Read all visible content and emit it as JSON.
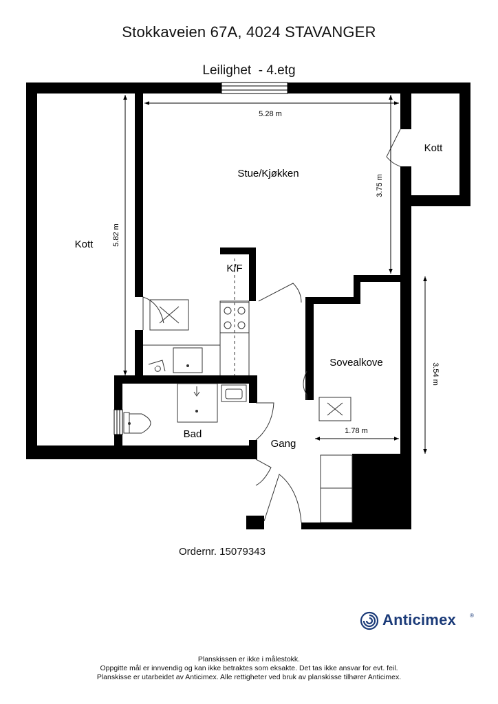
{
  "header": {
    "address": "Stokkaveien 67A, 4024 STAVANGER",
    "floor": "Leilighet  - 4.etg"
  },
  "rooms": {
    "stue_kjokken": "Stue/Kjøkken",
    "kott_left": "Kott",
    "kott_right": "Kott",
    "kf": "K/F",
    "sovealkove": "Sovealkove",
    "bad": "Bad",
    "gang": "Gang"
  },
  "dimensions": {
    "stue_width": "5.28 m",
    "stue_depth": "3.75 m",
    "kott_depth": "5.82 m",
    "sove_depth": "3.54 m",
    "sove_width": "1.78 m"
  },
  "order": "Ordernr. 15079343",
  "brand": {
    "name": "Anticimex",
    "registered": "®",
    "color": "#1a3a78"
  },
  "disclaimer": {
    "line1": "Planskissen er ikke i målestokk.",
    "line2": "Oppgitte mål er innvendig og kan ikke betraktes som eksakte. Det tas ikke ansvar for evt. feil.",
    "line3": "Planskisse er utarbeidet av Anticimex. Alle rettigheter ved bruk av planskisse tilhører Anticimex."
  },
  "colors": {
    "wall": "#000000",
    "background": "#ffffff"
  }
}
